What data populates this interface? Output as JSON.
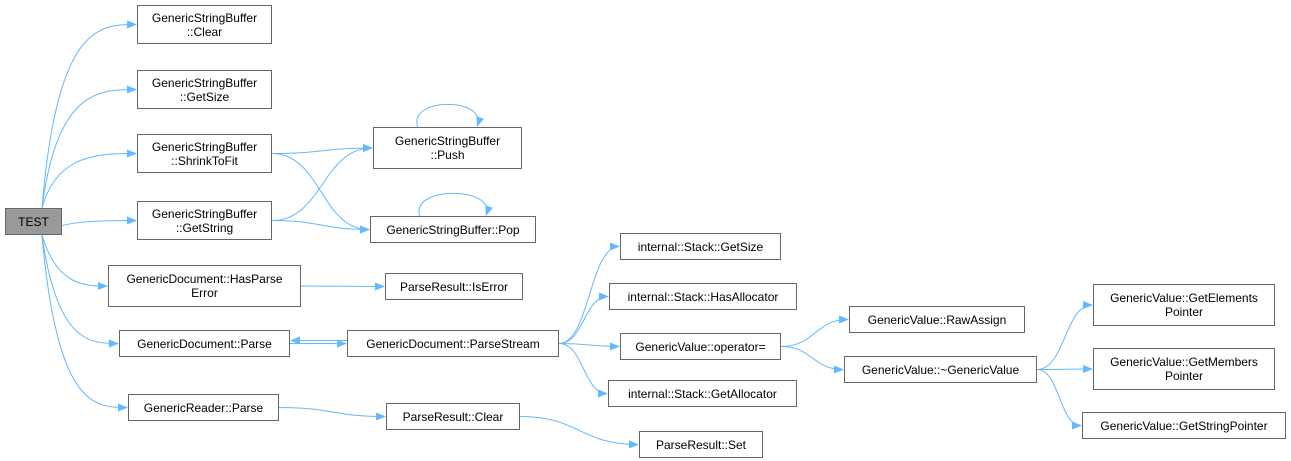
{
  "graph": {
    "edge_color": "#63b8ff",
    "nodes": [
      {
        "id": "test",
        "lines": [
          "TEST"
        ],
        "root": true
      },
      {
        "id": "sb-clear",
        "lines": [
          "GenericStringBuffer",
          "::Clear"
        ]
      },
      {
        "id": "sb-getsize",
        "lines": [
          "GenericStringBuffer",
          "::GetSize"
        ]
      },
      {
        "id": "sb-shrink",
        "lines": [
          "GenericStringBuffer",
          "::ShrinkToFit"
        ]
      },
      {
        "id": "sb-getstring",
        "lines": [
          "GenericStringBuffer",
          "::GetString"
        ]
      },
      {
        "id": "doc-hasparseerror",
        "lines": [
          "GenericDocument::HasParse",
          "Error"
        ]
      },
      {
        "id": "doc-parse",
        "lines": [
          "GenericDocument::Parse"
        ]
      },
      {
        "id": "reader-parse",
        "lines": [
          "GenericReader::Parse"
        ]
      },
      {
        "id": "sb-push",
        "lines": [
          "GenericStringBuffer",
          "::Push"
        ]
      },
      {
        "id": "sb-pop",
        "lines": [
          "GenericStringBuffer::Pop"
        ]
      },
      {
        "id": "pr-iserror",
        "lines": [
          "ParseResult::IsError"
        ]
      },
      {
        "id": "doc-parsestream",
        "lines": [
          "GenericDocument::ParseStream"
        ]
      },
      {
        "id": "pr-clear",
        "lines": [
          "ParseResult::Clear"
        ]
      },
      {
        "id": "stack-getsize",
        "lines": [
          "internal::Stack::GetSize"
        ]
      },
      {
        "id": "stack-hasalloc",
        "lines": [
          "internal::Stack::HasAllocator"
        ]
      },
      {
        "id": "val-opassign",
        "lines": [
          "GenericValue::operator="
        ]
      },
      {
        "id": "stack-getalloc",
        "lines": [
          "internal::Stack::GetAllocator"
        ]
      },
      {
        "id": "pr-set",
        "lines": [
          "ParseResult::Set"
        ]
      },
      {
        "id": "val-rawassign",
        "lines": [
          "GenericValue::RawAssign"
        ]
      },
      {
        "id": "val-dtor",
        "lines": [
          "GenericValue::~GenericValue"
        ]
      },
      {
        "id": "val-getelements",
        "lines": [
          "GenericValue::GetElements",
          "Pointer"
        ]
      },
      {
        "id": "val-getmembers",
        "lines": [
          "GenericValue::GetMembers",
          "Pointer"
        ]
      },
      {
        "id": "val-getstringptr",
        "lines": [
          "GenericValue::GetStringPointer"
        ]
      }
    ],
    "edges": [
      [
        "test",
        "sb-clear"
      ],
      [
        "test",
        "sb-getsize"
      ],
      [
        "test",
        "sb-shrink"
      ],
      [
        "test",
        "sb-getstring"
      ],
      [
        "test",
        "doc-hasparseerror"
      ],
      [
        "test",
        "doc-parse"
      ],
      [
        "test",
        "reader-parse"
      ],
      [
        "sb-shrink",
        "sb-push"
      ],
      [
        "sb-shrink",
        "sb-pop"
      ],
      [
        "sb-getstring",
        "sb-push"
      ],
      [
        "sb-getstring",
        "sb-pop"
      ],
      [
        "sb-push",
        "sb-push"
      ],
      [
        "sb-pop",
        "sb-pop"
      ],
      [
        "doc-hasparseerror",
        "pr-iserror"
      ],
      [
        "doc-parse",
        "doc-parsestream"
      ],
      [
        "doc-parsestream",
        "doc-parse"
      ],
      [
        "reader-parse",
        "pr-clear"
      ],
      [
        "pr-clear",
        "pr-set"
      ],
      [
        "doc-parsestream",
        "stack-getsize"
      ],
      [
        "doc-parsestream",
        "stack-hasalloc"
      ],
      [
        "doc-parsestream",
        "val-opassign"
      ],
      [
        "doc-parsestream",
        "stack-getalloc"
      ],
      [
        "val-opassign",
        "val-rawassign"
      ],
      [
        "val-opassign",
        "val-dtor"
      ],
      [
        "val-dtor",
        "val-getelements"
      ],
      [
        "val-dtor",
        "val-getmembers"
      ],
      [
        "val-dtor",
        "val-getstringptr"
      ]
    ]
  }
}
